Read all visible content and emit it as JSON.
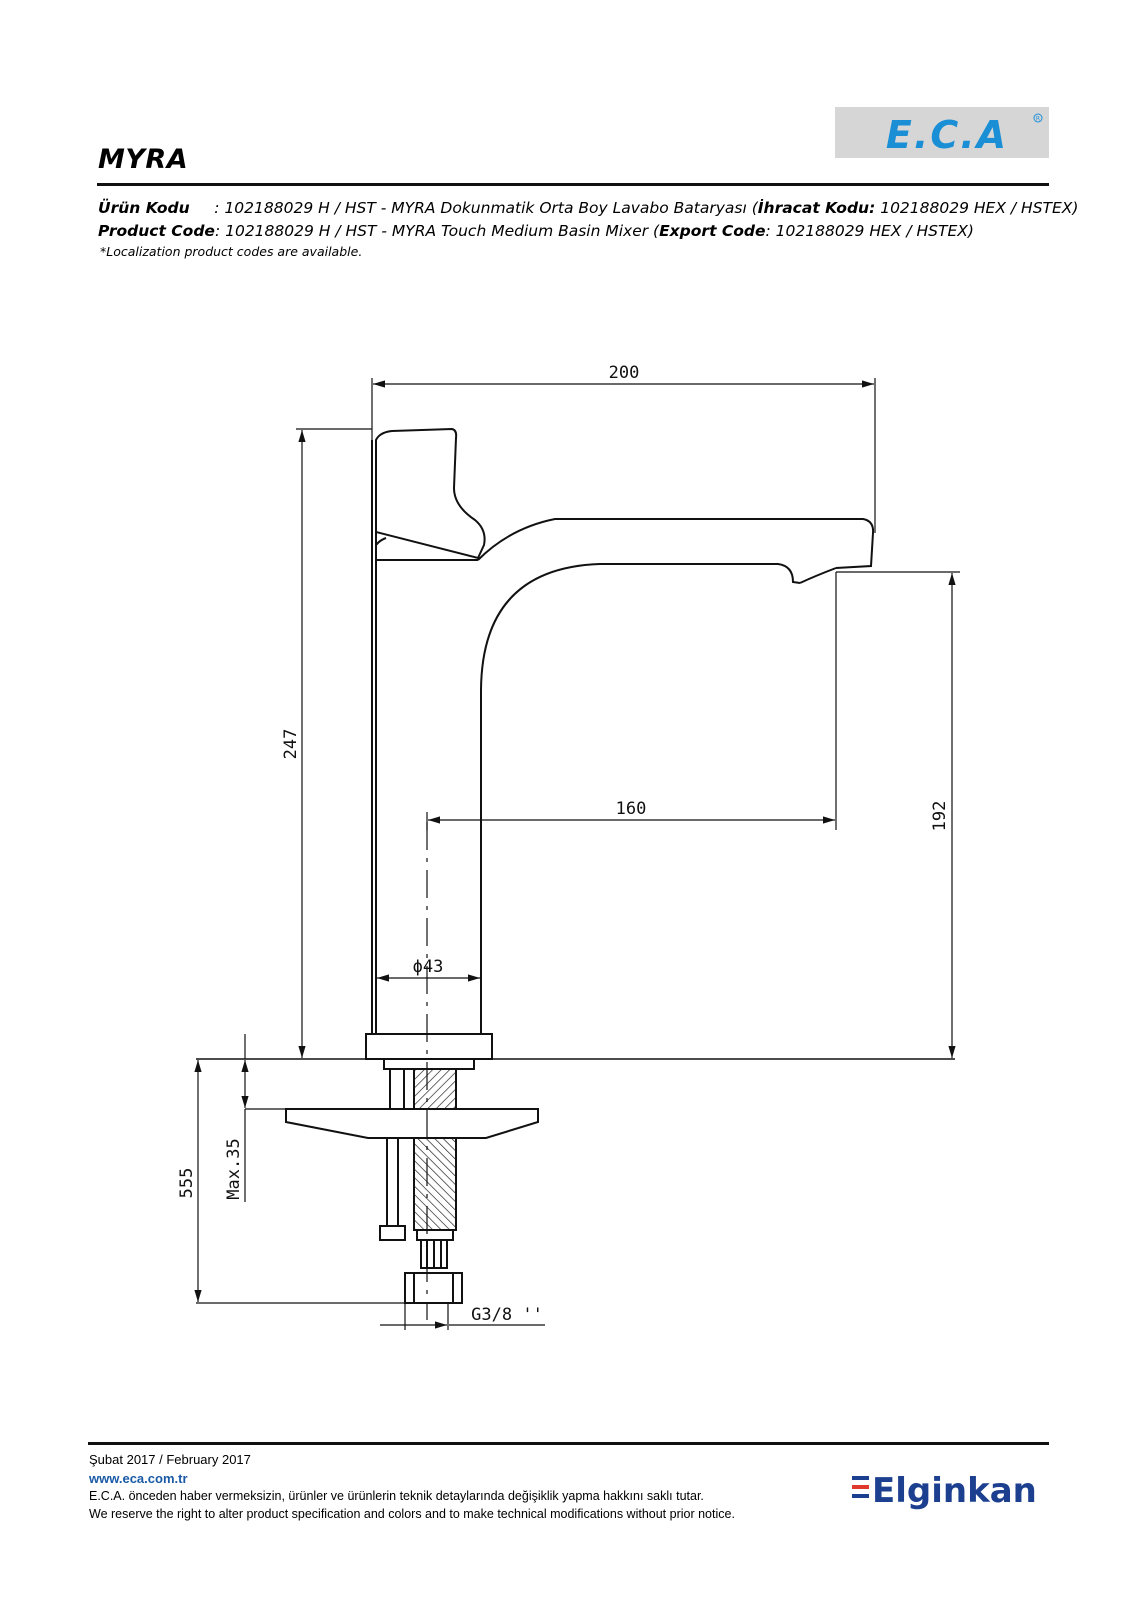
{
  "header": {
    "title": "MYRA",
    "logo_text": "E.C.A",
    "tr": {
      "label": "Ürün Kodu",
      "sep": "     : ",
      "text": "102188029 H / HST - MYRA Dokunmatik Orta Boy Lavabo Bataryası (",
      "export_label": "İhracat Kodu:",
      "export_value": " 102188029 HEX / HSTEX)"
    },
    "en": {
      "label": "Product Code",
      "sep": ": ",
      "text": "102188029 H / HST - MYRA Touch Medium Basin Mixer (",
      "export_label": "Export Code",
      "export_value": ": 102188029 HEX / HSTEX)"
    },
    "note": "*Localization product codes are available."
  },
  "dimensions": {
    "width_total": "200",
    "height_total": "247",
    "spout_reach": "160",
    "spout_height": "192",
    "diameter": "ϕ43",
    "counter_thickness": "Max.35",
    "hose_length": "555",
    "thread": "G3/8 ''"
  },
  "footer": {
    "date": "Şubat 2017 / February 2017",
    "website": "www.eca.com.tr",
    "disclaimer_tr": "E.C.A. önceden haber vermeksizin, ürünler ve ürünlerin teknik detaylarında değişiklik yapma hakkını saklı tutar.",
    "disclaimer_en": "We reserve the right to alter product specification and colors and to make technical modifications without prior notice.",
    "brand": "Elginkan"
  },
  "colors": {
    "eca_blue": "#1a8fd6",
    "elginkan_blue": "#1c3f8f",
    "elginkan_red": "#e03a2e",
    "logo_bg": "#d6d6d6"
  }
}
